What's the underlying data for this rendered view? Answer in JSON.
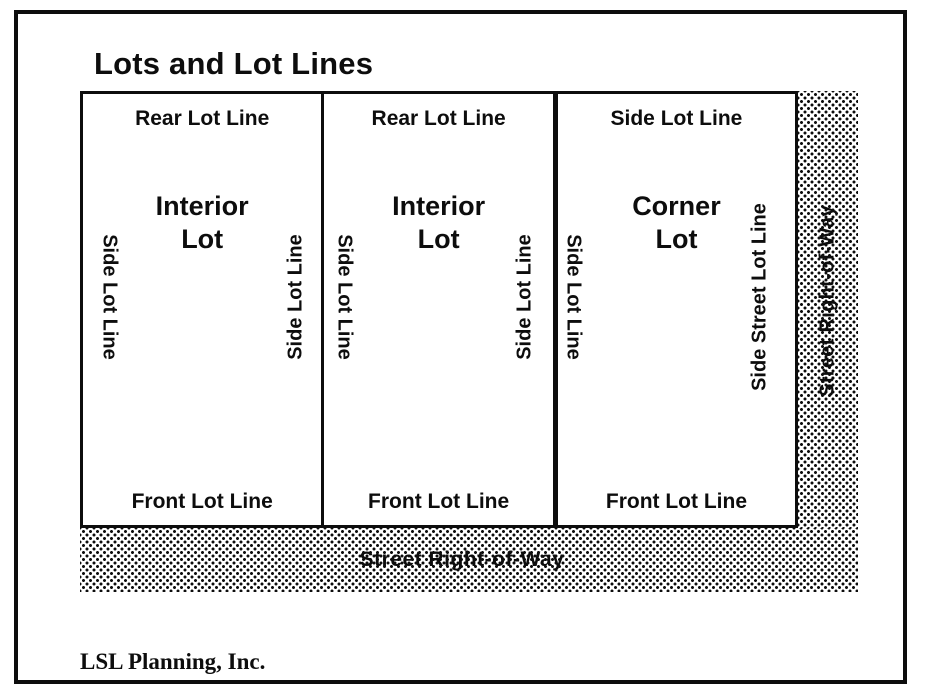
{
  "title": "Lots and Lot Lines",
  "credit": "LSL Planning, Inc.",
  "colors": {
    "ink": "#0d0d0d",
    "paper": "#ffffff"
  },
  "lots": [
    {
      "top_label": "Rear Lot Line",
      "left_label": "Side Lot Line",
      "right_label": "Side Lot Line",
      "center_line1": "Interior",
      "center_line2": "Lot",
      "bottom_label": "Front Lot Line"
    },
    {
      "top_label": "Rear Lot Line",
      "left_label": "Side Lot Line",
      "right_label": "Side Lot Line",
      "center_line1": "Interior",
      "center_line2": "Lot",
      "bottom_label": "Front Lot Line"
    },
    {
      "top_label": "Side Lot Line",
      "left_label": "Side Lot Line",
      "right_label": "Side Street Lot Line",
      "center_line1": "Corner",
      "center_line2": "Lot",
      "bottom_label": "Front Lot Line"
    }
  ],
  "streets": {
    "bottom_strip_label": "Street Right-of-Way",
    "right_strip_label": "Street Right-of-Way"
  }
}
